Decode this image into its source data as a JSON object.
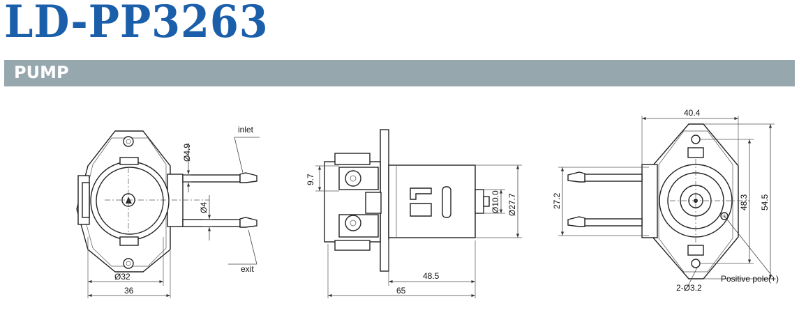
{
  "header": {
    "title": "LD-PP3263",
    "section": "PUMP"
  },
  "colors": {
    "title": "#1b5faa",
    "banner": "#96a7ae",
    "line": "#222222"
  },
  "front_view": {
    "inlet": "inlet",
    "exit": "exit",
    "d_tube_outer": "Ø4.9",
    "d_tube_inner": "Ø4",
    "d_body": "Ø32",
    "width": "36"
  },
  "side_view": {
    "offset": "9.7",
    "d_shaft": "Ø10.0",
    "d_motor": "Ø27.7",
    "motor_length": "48.5",
    "total_length": "65"
  },
  "rear_view": {
    "width": "40.4",
    "tube_spacing": "27.2",
    "hole_spacing": "48.3",
    "height": "54.5",
    "mount_holes": "2-Ø3.2",
    "positive_pole": "Positive pole(+)"
  }
}
